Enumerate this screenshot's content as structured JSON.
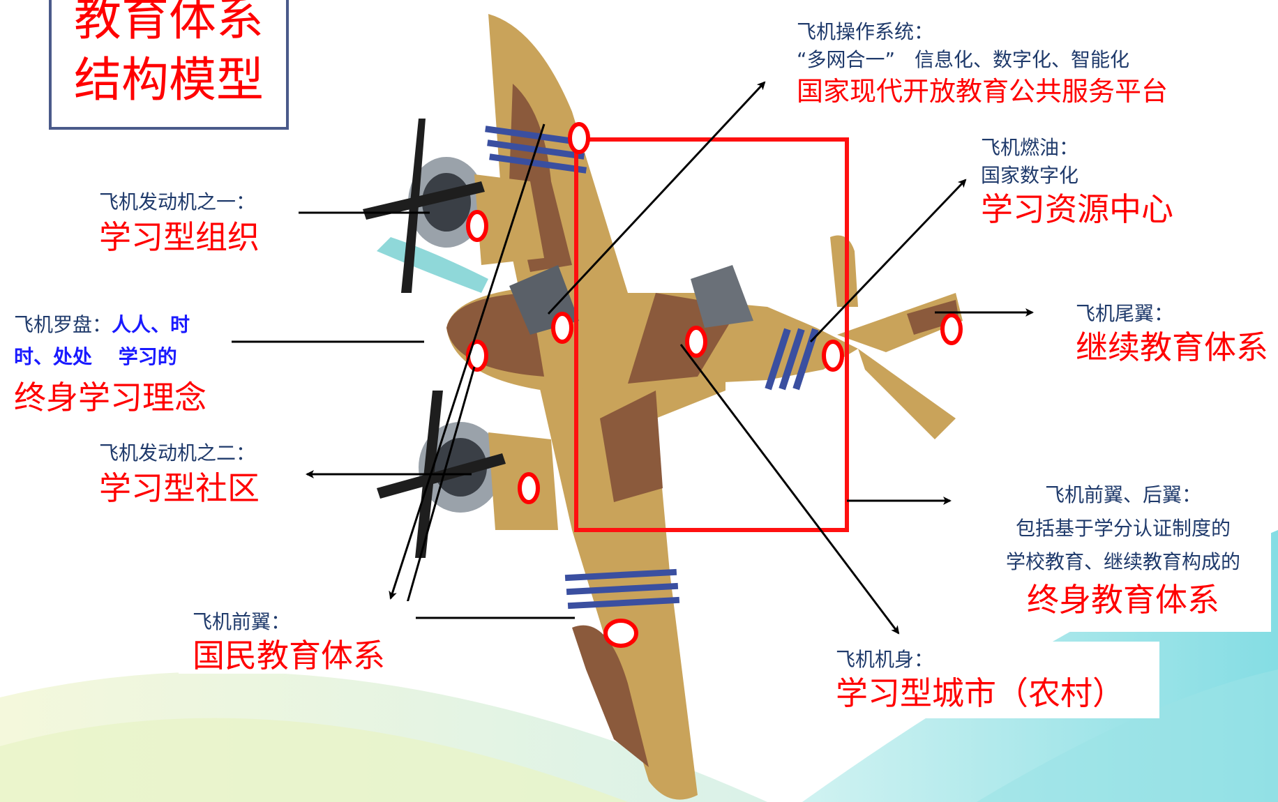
{
  "title": {
    "line1": "教育体系",
    "line2": "结构模型"
  },
  "labels": {
    "engine1": {
      "caption": "飞机发动机之一：",
      "main": "学习型组织"
    },
    "compass": {
      "caption_a": "飞机罗盘：",
      "caption_b": "人人、时",
      "caption_c": "时、处处　 学习的",
      "main": "终身学习理念"
    },
    "engine2": {
      "caption": "飞机发动机之二：",
      "main": "学习型社区"
    },
    "front_wing": {
      "caption": "飞机前翼：",
      "main": "国民教育体系"
    },
    "ops_system": {
      "caption": "飞机操作系统：",
      "line2": "“多网合一”　信息化、数字化、智能化",
      "main": "国家现代开放教育公共服务平台"
    },
    "fuel": {
      "caption": "飞机燃油：",
      "line2": "国家数字化",
      "main": "学习资源中心"
    },
    "tail": {
      "caption": "飞机尾翼：",
      "main": "继续教育体系"
    },
    "wings": {
      "caption": "飞机前翼、后翼：",
      "line2": "包括基于学分认证制度的",
      "line3": "学校教育、继续教育构成的",
      "main": "终身教育体系"
    },
    "fuselage": {
      "caption": "飞机机身：",
      "main": "学习型城市（农村）"
    }
  },
  "colors": {
    "accent_red": "#ff0000",
    "caption_navy": "#1f3a6b",
    "compass_blue": "#1a1aff",
    "plane_tan": "#c9a35a",
    "plane_brown": "#8b5a3c",
    "stripe_blue": "#3a4fa0"
  }
}
